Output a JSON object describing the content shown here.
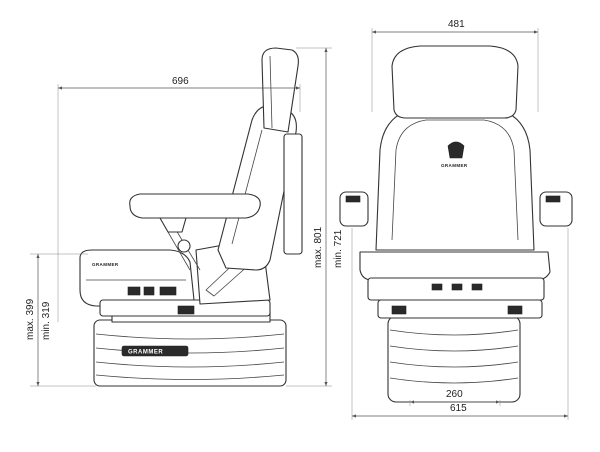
{
  "dimensions": {
    "side_depth": "696",
    "side_height_max": "max. 801",
    "side_height_min": "min. 721",
    "base_height_max": "max. 399",
    "base_height_min": "min. 319",
    "front_width": "481",
    "base_width": "260",
    "overall_width": "615"
  },
  "brand": {
    "name": "GRAMMER"
  }
}
